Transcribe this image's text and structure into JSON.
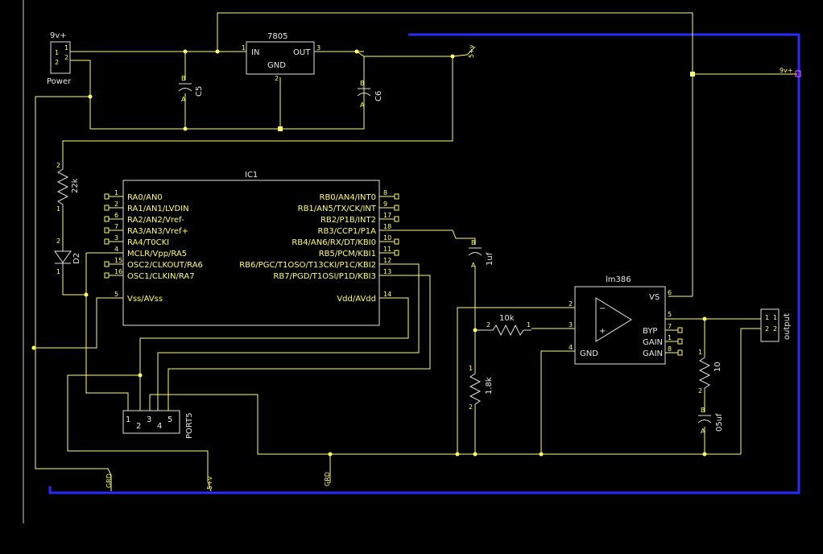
{
  "colors": {
    "background": "#000000",
    "wire": "#ffff66",
    "part": "#e0e0e0",
    "bus": "#2a2aff"
  },
  "regulator": {
    "name": "7805",
    "in": "IN",
    "out": "OUT",
    "gnd": "GND",
    "pin_in": "1",
    "pin_out": "3",
    "pin_gnd": "2"
  },
  "power_conn": {
    "name": "Power",
    "value": "9v+",
    "p1": "1",
    "p2": "2"
  },
  "c5": {
    "name": "C5",
    "a": "A",
    "b": "B"
  },
  "c6": {
    "name": "C6",
    "a": "A",
    "b": "B"
  },
  "r22k": {
    "name": "22k",
    "p1": "1",
    "p2": "2"
  },
  "d2": {
    "name": "D2",
    "p1": "1",
    "p2": "2"
  },
  "ic1": {
    "name": "IC1",
    "left": [
      {
        "pin": "1",
        "label": "RA0/AN0"
      },
      {
        "pin": "2",
        "label": "RA1/AN1/LVDIN"
      },
      {
        "pin": "6",
        "label": "RA2/AN2/Vref-"
      },
      {
        "pin": "7",
        "label": "RA3/AN3/Vref+"
      },
      {
        "pin": "3",
        "label": "RA4/T0CKI"
      },
      {
        "pin": "4",
        "label": "MCLR/Vpp/RA5"
      },
      {
        "pin": "15",
        "label": "OSC2/CLKOUT/RA6"
      },
      {
        "pin": "16",
        "label": "OSC1/CLKIN/RA7"
      },
      {
        "pin": "5",
        "label": "Vss/AVss"
      }
    ],
    "right": [
      {
        "pin": "8",
        "label": "RB0/AN4/INT0"
      },
      {
        "pin": "9",
        "label": "RB1/AN5/TX/CK/INT"
      },
      {
        "pin": "17",
        "label": "RB2/P1B/INT2"
      },
      {
        "pin": "18",
        "label": "RB3/CCP1/P1A"
      },
      {
        "pin": "10",
        "label": "RB4/AN6/RX/DT/KBI0"
      },
      {
        "pin": "11",
        "label": "RB5/PCM/KBI1"
      },
      {
        "pin": "12",
        "label": "RB6/PGC/T1OSO/T13CKI/P1C/KBI2"
      },
      {
        "pin": "13",
        "label": "RB7/PGD/T1OSI/P1D/KBI3"
      },
      {
        "pin": "14",
        "label": "Vdd/AVdd"
      }
    ]
  },
  "c1uf": {
    "name": "1uf",
    "a": "A",
    "b": "B"
  },
  "r10k": {
    "name": "10k",
    "p1": "1",
    "p2": "2"
  },
  "r18k": {
    "name": "1.8k",
    "p1": "1",
    "p2": "2"
  },
  "lm386": {
    "name": "lm386",
    "minus": "−",
    "plus": "+",
    "vs": "VS",
    "byp": "BYP",
    "gain1": "GAIN",
    "gain2": "GAIN",
    "gnd": "GND",
    "p2": "2",
    "p3": "3",
    "p4": "4",
    "p5": "5",
    "p6": "6",
    "p7": "7",
    "p1": "1",
    "p8": "8"
  },
  "r10": {
    "name": "10",
    "p1": "1",
    "p2": "2"
  },
  "c05uf": {
    "name": "05uf",
    "a": "A",
    "b": "B"
  },
  "output_conn": {
    "name": "output",
    "p1": "1",
    "p2": "2"
  },
  "port5": {
    "name": "PORT5",
    "pins": [
      "1",
      "2",
      "3",
      "4",
      "5"
    ]
  },
  "net_labels": {
    "plus5_top": "5+v",
    "plus9_right": "9v+",
    "gnd1": "GRD",
    "plus5_bottom": "5+v",
    "gnd2": "GRD"
  }
}
